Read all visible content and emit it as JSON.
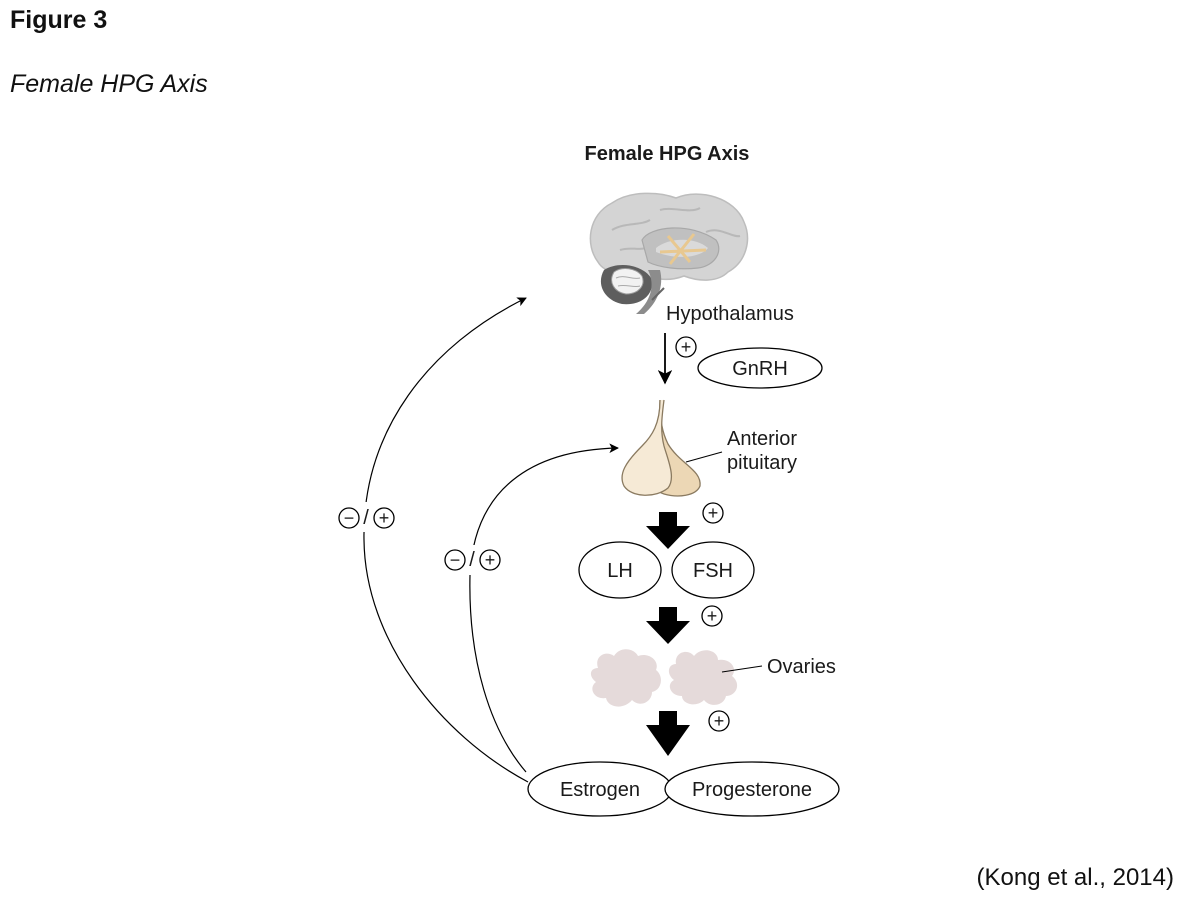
{
  "figure": {
    "label": "Figure 3",
    "title": "Female HPG Axis",
    "citation": "(Kong et al., 2014)"
  },
  "diagram": {
    "heading": "Female HPG Axis",
    "labels": {
      "hypothalamus": "Hypothalamus",
      "pituitary_line1": "Anterior",
      "pituitary_line2": "pituitary",
      "ovaries": "Ovaries"
    },
    "hormones": {
      "gnrh": "GnRH",
      "lh": "LH",
      "fsh": "FSH",
      "estrogen": "Estrogen",
      "progesterone": "Progesterone"
    },
    "signs": {
      "plus": "+",
      "minus": "−",
      "slash": "/"
    },
    "colors": {
      "brain": "#d3d3d3",
      "pituitary_left": "#f6ead6",
      "pituitary_right": "#ecd7b5",
      "ovaries": "#e5dada",
      "arrow": "#000000"
    }
  }
}
